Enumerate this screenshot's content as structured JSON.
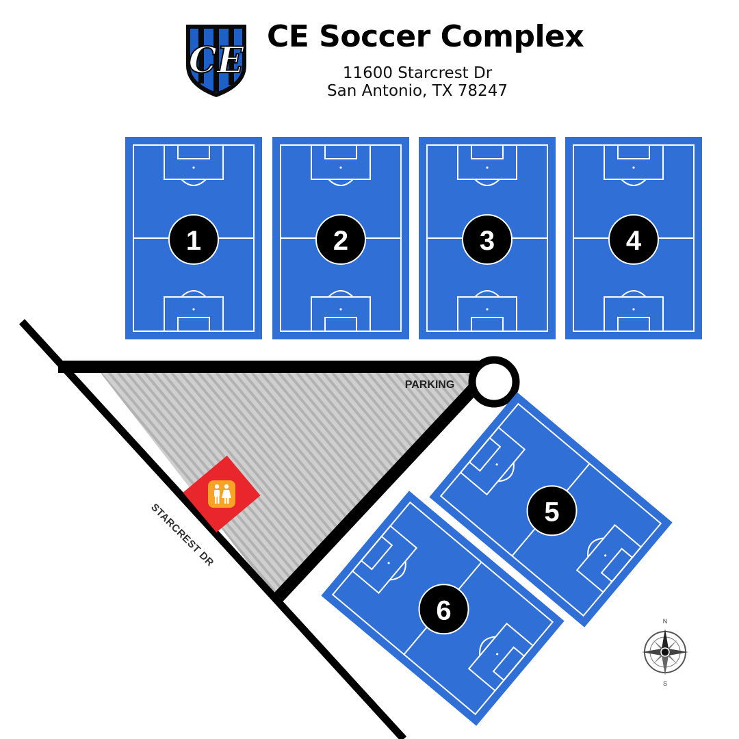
{
  "header": {
    "title": "CE Soccer Complex",
    "address_line1": "11600 Starcrest Dr",
    "address_line2": "San Antonio, TX 78247",
    "logo_text": "CE"
  },
  "map": {
    "parking_label": "PARKING",
    "street_label": "STARCREST DR",
    "restroom_icon": "restroom-icon",
    "compass": {
      "north": "N",
      "south": "S"
    },
    "fields": [
      {
        "number": "1"
      },
      {
        "number": "2"
      },
      {
        "number": "3"
      },
      {
        "number": "4"
      },
      {
        "number": "5"
      },
      {
        "number": "6"
      }
    ]
  },
  "colors": {
    "field_blue": "#2f6fd6",
    "line_white": "#ffffff",
    "road_black": "#000000",
    "parking_gray": "#c8c8c8",
    "restroom_red": "#e8262b",
    "restroom_orange": "#f7a325",
    "logo_blue": "#1f5fc8"
  }
}
